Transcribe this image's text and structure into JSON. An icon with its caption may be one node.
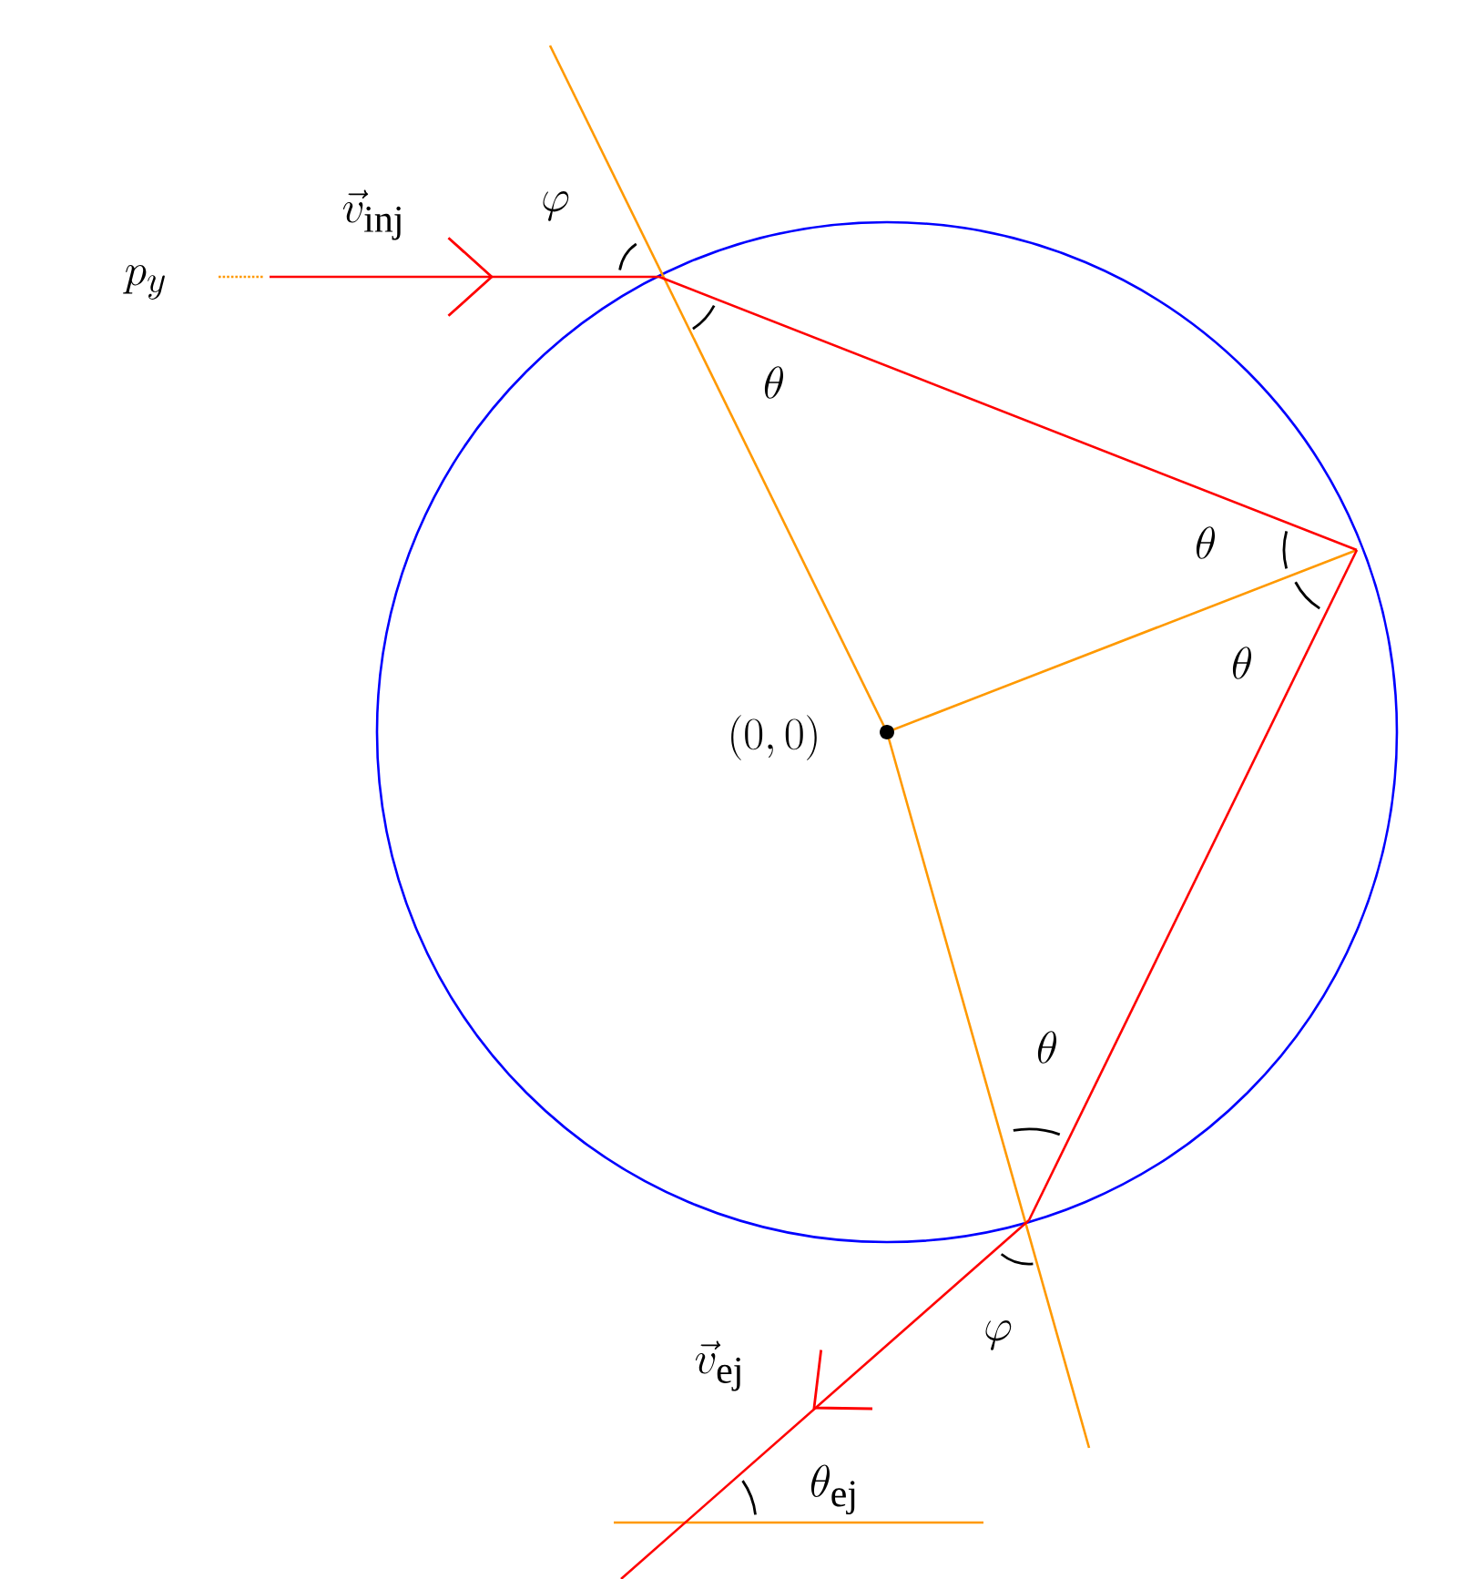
{
  "diagram": {
    "labels": [
      "\\varphi",
      "\\vec{v}_{\\mathrm{inj}}",
      "p_y",
      "\\theta",
      "\\theta",
      "\\theta",
      "(0,0)",
      "\\theta",
      "\\vec{v}_{\\mathrm{ej}}",
      "\\varphi",
      "\\theta_{\\mathrm{ej}}"
    ]
  }
}
